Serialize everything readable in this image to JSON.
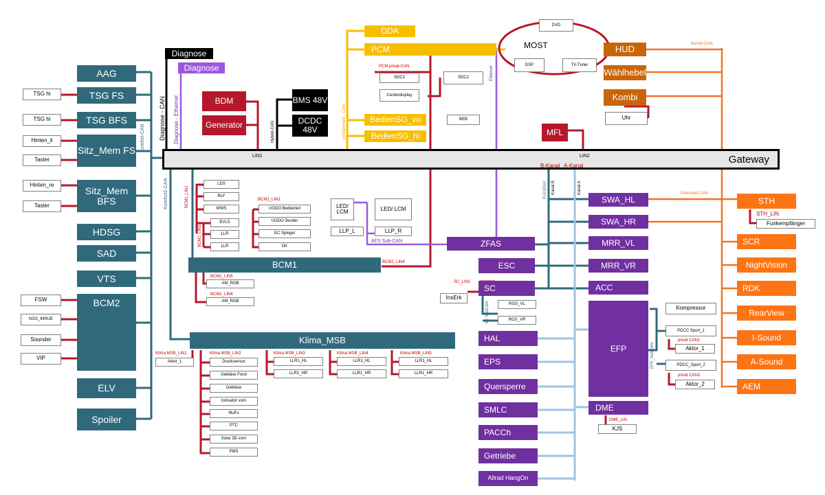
{
  "title": "Gateway",
  "blocks": {
    "aag": "AAG",
    "tsg_fs": "TSG FS",
    "tsg_bfs": "TSG BFS",
    "sitz_fs": "Sitz_Mem FS",
    "sitz_bfs": "Sitz_Mem BFS",
    "hdsg": "HDSG",
    "sad": "SAD",
    "vts": "VTS",
    "bcm2": "BCM2",
    "elv": "ELV",
    "spoiler": "Spoiler",
    "diagnose_blk": "Diagnose",
    "diagnose_purp": "Diagnose",
    "bdm": "BDM",
    "generator": "Generator",
    "bms": "BMS 48V",
    "dcdc": "DCDC 48V",
    "dda": "DDA",
    "pcm": "PCM",
    "bediensg_vo": "BedienSG_vo",
    "bediensg_hi": "BedienSG_hi",
    "hud": "HUD",
    "waehlhebel": "Wählhebel",
    "kombi": "Kombi",
    "mfl": "MFL",
    "most": "MOST",
    "bcm1": "BCM1",
    "klima": "Klima_MSB",
    "zfas": "ZFAS",
    "esc": "ESC",
    "sc": "SC",
    "hal": "HAL",
    "eps": "EPS",
    "quersperre": "Quersperre",
    "smlc": "SMLC",
    "pacch": "PACCh",
    "getriebe": "Getriebe",
    "allrad": "Allrad HangOn",
    "swa_hl": "SWA_HL",
    "swa_hr": "SWA_HR",
    "mrr_vl": "MRR_VL",
    "mrr_vr": "MRR_VR",
    "acc": "ACC",
    "efp": "EFP",
    "dme": "DME",
    "sth": "STH",
    "scr": "SCR",
    "nightvision": "NightVision",
    "rdk": "RDK",
    "rearview": "RearView",
    "isound": "I-Sound",
    "asound": "A-Sound",
    "aem": "AEM"
  },
  "small": {
    "tsg_hi1": "TSG hi",
    "tsg_hi2": "TSG hi",
    "hinten_li": "Hinten_li",
    "taster1": "Taster",
    "hinten_re": "Hinten_re",
    "taster2": "Taster",
    "fsw": "FSW",
    "ngs": "NGS_INRUE",
    "sounder": "Sounder",
    "vip": "VIP",
    "dvd": "DVD",
    "dsp": "DSP",
    "tv": "TV-Tuner",
    "sdc1": "SDC1",
    "sdc2": "SDC2",
    "centerdisplay": "Centerdisplay",
    "beb": "BEB",
    "uhr": "Uhr",
    "lds": "LDS",
    "rlf": "RLF",
    "wws": "WWS",
    "evls": "EVLS",
    "llr1": "LLR",
    "llr2": "LLR",
    "ugdo_bed": "UGDO Bedienteil",
    "ugdo_send": "UGDO Sender",
    "ec": "EC Spiegel",
    "dk": "DK",
    "am_rgb1": "AM_RGB",
    "am_rgb2": "AM_RGB",
    "led1": "LED/ LCM",
    "led2": "LED/ LCM",
    "llp_l": "LLP_L",
    "llp_r": "LLP_R",
    "inserk": "InsErk",
    "rgs_vl": "RGS_VL",
    "rgs_vr": "RGS_VR",
    "aktor1_k": "Aktor_1",
    "druck": "Drucksensor",
    "gebl_fond": "Gebläse Fond",
    "gebl": "Gebläse",
    "ion": "Ionisator vorn",
    "mufu": "MuFu",
    "ptc": "PTC",
    "solar": "Solar 3D vorn",
    "pms": "PMS",
    "llr1_hl_a": "LLR1_HL",
    "llr1_hr_a": "LLR1_HR",
    "llr1_hl_b": "LLR1_HL",
    "llr1_hr_b": "LLR1_HR",
    "llr1_hl_c": "LLR1_HL",
    "llr1_hr_c": "LLR1_HR",
    "kompressor": "Kompressor",
    "pdcc1": "PDCC Sport_1",
    "aktor1": "Aktor_1",
    "pdcc2": "PDCC_Sport_2",
    "aktor2": "Aktor_2",
    "funk": "Funkempfänger",
    "kjs": "KJS"
  },
  "labels": {
    "komfort_can": "Komfort-CAN",
    "komfort2_can": "Komfort2-CAN",
    "diagnose_can": "Diagnose - CAN",
    "diagnose_eth": "Diagnose - Ethernet",
    "hybrid_can": "Hybrid-CAN",
    "lin1": "LIN1",
    "lin2": "LIN2",
    "infotainment_can": "Infotainment - CAN",
    "ethernet": "Ethernet",
    "pcm_privat": "PCM privat-CAN",
    "kombi_can": "Kombi-CAN",
    "extended_can": "Extended-CAN",
    "sth_lin": "STH_LIN",
    "b_kanal": "B-Kanal",
    "a_kanal": "A-Kanal",
    "flexray": "FLEXRAY",
    "kanal_b": "Kanal B",
    "kanal_a": "Kanal A",
    "bcm1_lin1": "BCM1_LIN1",
    "bcm1_lin2": "BCM1_LIN2",
    "bcm1_lin3": "BCM1_LIN3",
    "bcm1_lin4": "BCM1_LIN4",
    "bcm1_lin5": "BCM1_LIN5",
    "bcm1_lin6": "BCM1_LIN6",
    "afs": "AFS Sub-CAN",
    "sc_lin1": "SC_LIN1",
    "sc_sub": "SC SubCAN",
    "klima_lin1": "Klima MSB_LIN1",
    "klima_lin2": "Klima MSB_LIN2",
    "klima_lin3": "Klima MSB_LIN3",
    "klima_lin4": "Klima MSB_LIN4",
    "klima_lin5": "Klima MSB_LIN5",
    "efp_sub": "EFP_SubCAN",
    "privat1": "privat CAN1",
    "privat2": "privat CAN2",
    "dme_lin": "DME_LIN"
  },
  "colors": {
    "teal": "#31697c",
    "red": "#b5182b",
    "black": "#000000",
    "yellow": "#f7be00",
    "purple": "#7030a0",
    "orange": "#fd7414",
    "brown": "#c8650b",
    "lightblue": "#9dc3e6",
    "gray": "#e7e6e6"
  }
}
